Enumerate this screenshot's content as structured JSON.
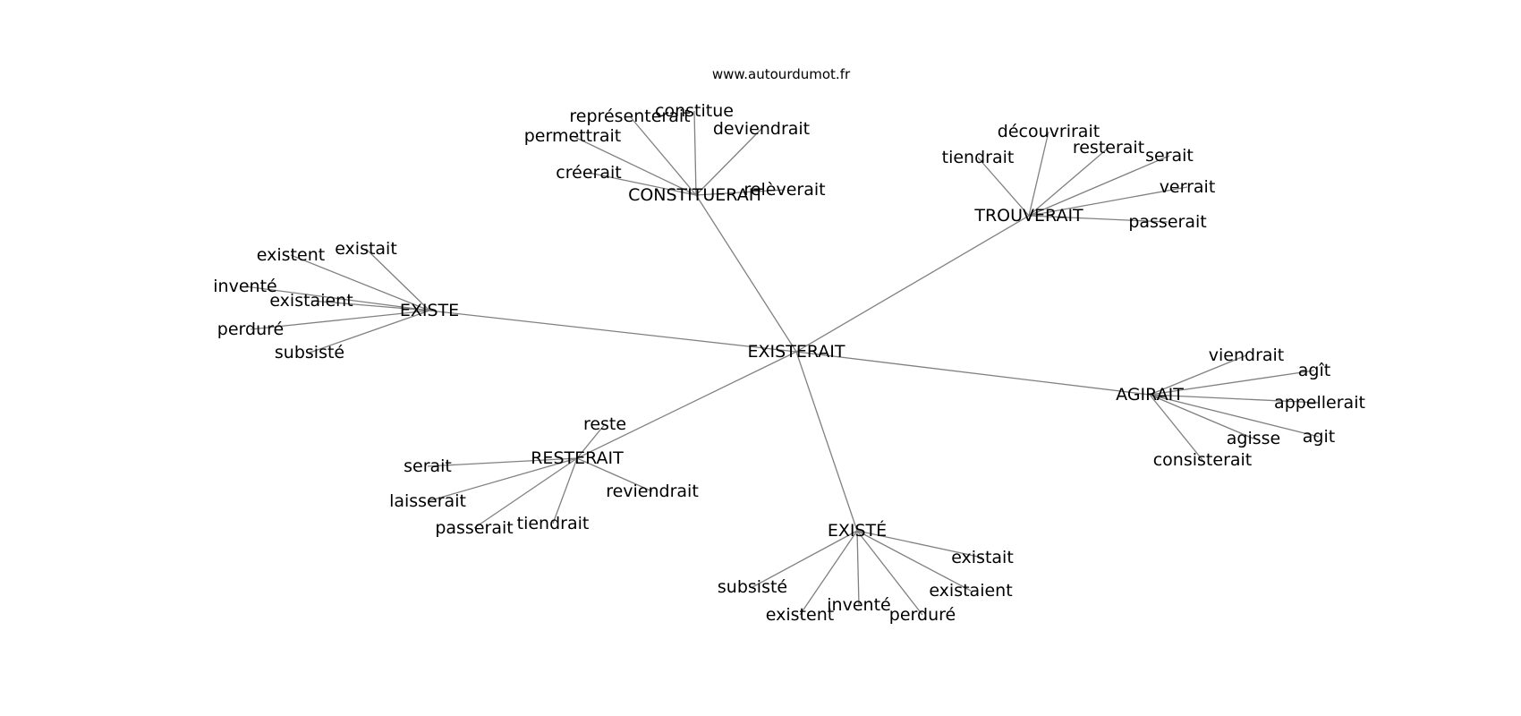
{
  "source": "www.autourdumot.fr",
  "colors": {
    "edge": "#808080",
    "text": "#000000",
    "background": "#ffffff"
  },
  "graph": {
    "center": "EXISTERAIT",
    "hubs": [
      {
        "label": "CONSTITUERAIT",
        "children": [
          "représenterait",
          "constitue",
          "permettrait",
          "deviendrait",
          "créerait",
          "relèverait"
        ]
      },
      {
        "label": "TROUVERAIT",
        "children": [
          "découvrirait",
          "tiendrait",
          "resterait",
          "serait",
          "verrait",
          "passerait"
        ]
      },
      {
        "label": "EXISTE",
        "children": [
          "existent",
          "existait",
          "inventé",
          "existaient",
          "perduré",
          "subsisté"
        ]
      },
      {
        "label": "AGIRAIT",
        "children": [
          "viendrait",
          "agît",
          "appellerait",
          "agisse",
          "agit",
          "consisterait"
        ]
      },
      {
        "label": "RESTERAIT",
        "children": [
          "reste",
          "serait",
          "laisserait",
          "reviendrait",
          "passerait",
          "tiendrait"
        ]
      },
      {
        "label": "EXISTÉ",
        "children": [
          "existait",
          "subsisté",
          "existaient",
          "inventé",
          "existent",
          "perduré"
        ]
      }
    ]
  }
}
